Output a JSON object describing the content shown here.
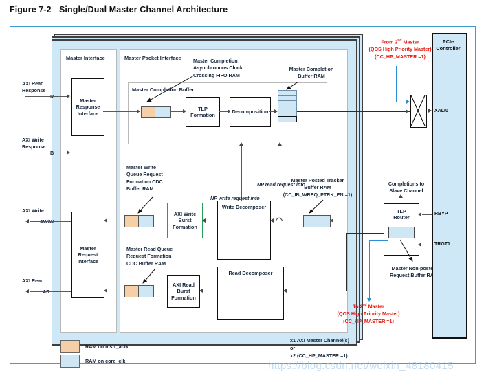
{
  "figure": {
    "number": "Figure 7-2",
    "title": "Single/Dual Master Channel Architecture"
  },
  "panels": {
    "master_interface": "Master Interface",
    "master_packet_interface": "Master Packet Interface",
    "master_completion_buffer": "Master Completion Buffer"
  },
  "blocks": {
    "master_response_interface": "Master\nResponse\nInterface",
    "master_request_interface": "Master\nRequest\nInterface",
    "tlp_formation": "TLP\nFormation",
    "decomposition": "Decomposition",
    "write_decomposer": "Write Decomposer",
    "read_decomposer": "Read Decomposer",
    "axi_write_burst_formation": "AXI Write\nBurst\nFormation",
    "axi_read_burst_formation": "AXI Read\nBurst\nFormation",
    "tlp_router": "TLP\nRouter"
  },
  "pcie": {
    "title": "PCIe\nController",
    "ports": {
      "xali0": "XALI0",
      "rbyp": "RBYP",
      "trgt1": "TRGT1"
    }
  },
  "axi_signals": {
    "read_response": "AXI Read\nResponse",
    "read_response_ch": "R",
    "write_response": "AXI Write\nResponse",
    "write_response_ch": "B",
    "write": "AXI Write",
    "write_ch": "AW/W",
    "read": "AXI Read",
    "read_ch": "AR"
  },
  "annotations": {
    "completion_async_fifo": "Master Completion\nAsynchronous Clock\nCrossing FIFO RAM",
    "completion_buffer_ram": "Master Completion\nBuffer RAM",
    "write_queue_cdc_ram": "Master Write\nQueue Request\nFormation CDC\nBuffer RAM",
    "read_queue_cdc_ram": "Master Read Queue\nRequest Formation\nCDC Buffer RAM",
    "posted_tracker_ram": "Master Posted Tracker\nBuffer RAM\n(CC_IB_WREQ_PTRK_EN =1)",
    "np_write_request_info": "NP write request info",
    "np_read_request_info": "NP read request info",
    "completions_to_slave": "Completions to\nSlave Channel",
    "master_nonposted_ram": "Master Non-posted\nRequest Buffer RAM",
    "from_2nd_master_l1": "From 2",
    "from_2nd_master_sup": "nd",
    "from_2nd_master_l1b": " Master",
    "from_2nd_master_l2": "(QOS High Priority Master)",
    "from_2nd_master_l3": "(CC_HP_MASTER =1)",
    "to_2nd_master_l1": "To 2",
    "to_2nd_master_sup": "nd",
    "to_2nd_master_l1b": " Master",
    "to_2nd_master_l2": "(QOS High Priority Master)",
    "to_2nd_master_l3": "(CC_HP_MASTER =1)",
    "channel_count_l1": "x1 AXI Master Channel(s)",
    "channel_count_l2": "or",
    "channel_count_l3": "x2 (CC_HP_MASTER =1)"
  },
  "legend": [
    {
      "label": "RAM on mstr_aclk",
      "color": "#f5cfa8"
    },
    {
      "label": "RAM on core_clk",
      "color": "#cfe6f5"
    }
  ],
  "watermark": "https://blog.csdn.net/weixin_48180415",
  "colors": {
    "frame_blue": "#3d9bd6",
    "panel_fill": "#cfe8f7",
    "ram_orange": "#f5cfa8",
    "ram_blue": "#cfe6f5",
    "accent_red": "#e8170f",
    "accent_green": "#22a05a",
    "line": "#5a5a5a"
  }
}
